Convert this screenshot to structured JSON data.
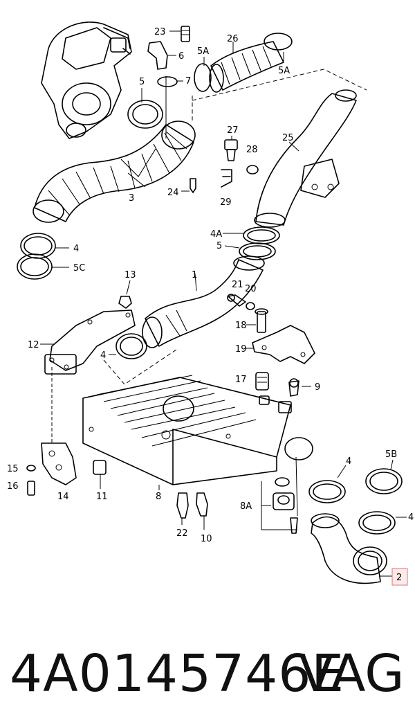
{
  "callouts": {
    "c23": "23",
    "c6": "6",
    "c5A_top": "5A",
    "c26": "26",
    "c5A_right": "5A",
    "c7": "7",
    "c5_top": "5",
    "c27": "27",
    "c28": "28",
    "c25": "25",
    "c24": "24",
    "c29": "29",
    "c3": "3",
    "c4_left": "4",
    "c5C": "5C",
    "c4A": "4A",
    "c5_mid": "5",
    "c13": "13",
    "c1": "1",
    "c21": "21",
    "c20": "20",
    "c18": "18",
    "c12": "12",
    "c19": "19",
    "c4_mid": "4",
    "c17": "17",
    "c9": "9",
    "c5B": "5B",
    "c4_r1": "4",
    "c4_r2": "4",
    "c15": "15",
    "c16": "16",
    "c14": "14",
    "c11": "11",
    "c8": "8",
    "c8A": "8A",
    "c22": "22",
    "c10": "10",
    "c2": "2"
  },
  "caption": {
    "part_number": "4A0145746E",
    "brand": "VAG"
  },
  "colors": {
    "line": "#000000",
    "highlight_border": "#e57373",
    "highlight_fill": "#fdeaea"
  }
}
